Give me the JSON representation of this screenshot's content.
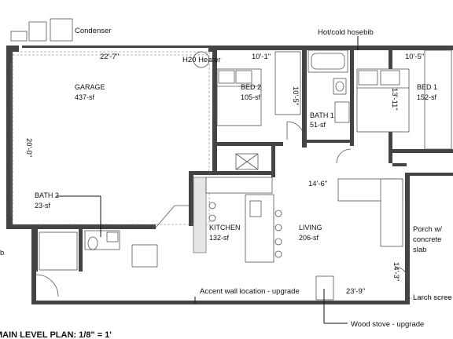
{
  "plan": {
    "title": "MAIN LEVEL PLAN: 1/8\" = 1'",
    "rooms": {
      "garage": {
        "name": "GARAGE",
        "area": "437-sf"
      },
      "bed2": {
        "name": "BED 2",
        "area": "105-sf"
      },
      "bed1": {
        "name": "BED 1",
        "area": "152-sf"
      },
      "bath1": {
        "name": "BATH 1",
        "area": "51-sf"
      },
      "bath2": {
        "name": "BATH 2",
        "area": "23-sf"
      },
      "kitchen": {
        "name": "KITCHEN",
        "area": "132-sf"
      },
      "living": {
        "name": "LIVING",
        "area": "206-sf"
      }
    },
    "dimensions": {
      "garage_width": "22'-7\"",
      "garage_depth": "20'-0\"",
      "bed2_width": "10'-1\"",
      "bed2_closet": "10'-5\"",
      "bed1_width": "10'-5\"",
      "bed1_depth": "13'-11\"",
      "hall_width": "14'-6\"",
      "living_width": "23'-9\"",
      "porch_depth": "14'-3\""
    },
    "notes": {
      "condenser": "Condenser",
      "hosebib": "Hot/cold hosebib",
      "heater": "H20 Heater",
      "porch": "Porch w/ concrete slab",
      "accent_wall": "Accent wall location - upgrade",
      "larch": "Larch scree",
      "woodstove": "Wood stove - upgrade",
      "left_edge": "b"
    }
  }
}
